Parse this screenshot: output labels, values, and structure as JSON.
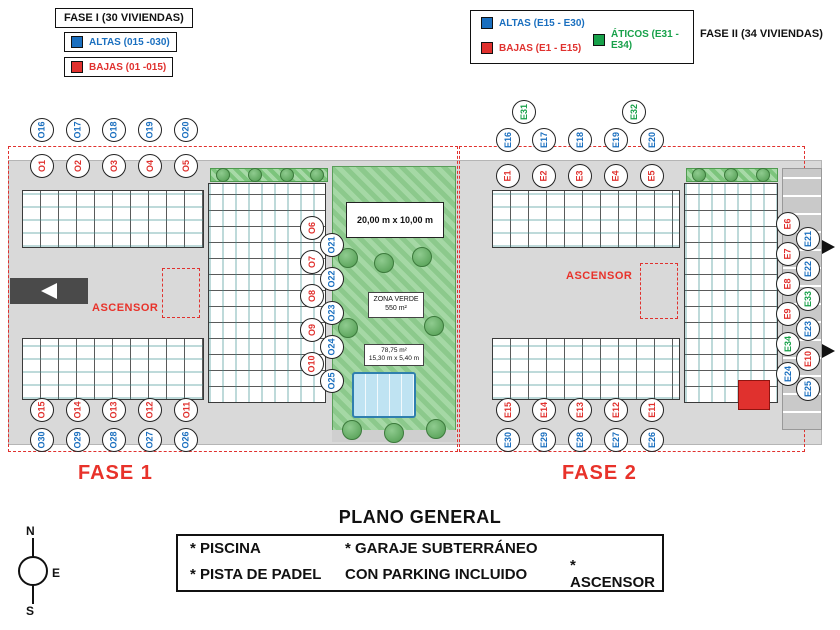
{
  "legend_fase1": {
    "title": "FASE I (30 VIVIENDAS)",
    "altas": "ALTAS (015 -030)",
    "bajas": "BAJAS (01 -015)"
  },
  "legend_fase2": {
    "altas": "ALTAS (E15 - E30)",
    "bajas": "BAJAS (E1 - E15)",
    "aticos": "ÁTICOS (E31 - E34)",
    "title": "FASE II (34 VIVIENDAS)"
  },
  "colors": {
    "altas": "#1a6fbf",
    "bajas": "#e0312e",
    "aticos": "#18a14a",
    "fase_label": "#e8322a"
  },
  "plan": {
    "fase1": {
      "label": "FASE 1",
      "ascensor": "ASCENSOR"
    },
    "fase2": {
      "label": "FASE 2",
      "ascensor": "ASCENSOR"
    }
  },
  "center": {
    "padel_dims": "20,00 m x 10,00 m",
    "zona_verde": "ZONA VERDE",
    "zona_verde_area": "550 m²",
    "pool_area": "78,75 m²",
    "pool_dims": "15,30 m x 5,40 m"
  },
  "footer": {
    "title": "PLANO GENERAL",
    "amenities": {
      "piscina": "* PISCINA",
      "garaje": "* GARAJE SUBTERRÁNEO",
      "padel": "* PISTA DE PADEL",
      "parking": "CON PARKING INCLUIDO",
      "ascensor": "* ASCENSOR"
    }
  },
  "compass": {
    "n": "N",
    "e": "E",
    "s": "S"
  },
  "circles": {
    "f1_top_outer": [
      {
        "l": "O16",
        "t": "altas"
      },
      {
        "l": "O17",
        "t": "altas"
      },
      {
        "l": "O18",
        "t": "altas"
      },
      {
        "l": "O19",
        "t": "altas"
      },
      {
        "l": "O20",
        "t": "altas"
      }
    ],
    "f1_top_inner": [
      {
        "l": "O1",
        "t": "bajas"
      },
      {
        "l": "O2",
        "t": "bajas"
      },
      {
        "l": "O3",
        "t": "bajas"
      },
      {
        "l": "O4",
        "t": "bajas"
      },
      {
        "l": "O5",
        "t": "bajas"
      }
    ],
    "f1_side": [
      {
        "l": "O6",
        "t": "bajas"
      },
      {
        "l": "O21",
        "t": "altas"
      },
      {
        "l": "O7",
        "t": "bajas"
      },
      {
        "l": "O22",
        "t": "altas"
      },
      {
        "l": "O8",
        "t": "bajas"
      },
      {
        "l": "O23",
        "t": "altas"
      },
      {
        "l": "O9",
        "t": "bajas"
      },
      {
        "l": "O24",
        "t": "altas"
      },
      {
        "l": "O10",
        "t": "bajas"
      },
      {
        "l": "O25",
        "t": "altas"
      }
    ],
    "f1_bot_inner": [
      {
        "l": "O15",
        "t": "bajas"
      },
      {
        "l": "O14",
        "t": "bajas"
      },
      {
        "l": "O13",
        "t": "bajas"
      },
      {
        "l": "O12",
        "t": "bajas"
      },
      {
        "l": "O11",
        "t": "bajas"
      }
    ],
    "f1_bot_outer": [
      {
        "l": "O30",
        "t": "altas"
      },
      {
        "l": "O29",
        "t": "altas"
      },
      {
        "l": "O28",
        "t": "altas"
      },
      {
        "l": "O27",
        "t": "altas"
      },
      {
        "l": "O26",
        "t": "altas"
      }
    ],
    "f2_top_aticos": [
      {
        "l": "E31",
        "t": "aticos"
      },
      {
        "l": "E32",
        "t": "aticos"
      }
    ],
    "f2_top_outer": [
      {
        "l": "E16",
        "t": "altas"
      },
      {
        "l": "E17",
        "t": "altas"
      },
      {
        "l": "E18",
        "t": "altas"
      },
      {
        "l": "E19",
        "t": "altas"
      },
      {
        "l": "E20",
        "t": "altas"
      }
    ],
    "f2_top_inner": [
      {
        "l": "E1",
        "t": "bajas"
      },
      {
        "l": "E2",
        "t": "bajas"
      },
      {
        "l": "E3",
        "t": "bajas"
      },
      {
        "l": "E4",
        "t": "bajas"
      },
      {
        "l": "E5",
        "t": "bajas"
      }
    ],
    "f2_side": [
      {
        "l": "E6",
        "t": "bajas"
      },
      {
        "l": "E21",
        "t": "altas"
      },
      {
        "l": "E7",
        "t": "bajas"
      },
      {
        "l": "E22",
        "t": "altas"
      },
      {
        "l": "E8",
        "t": "bajas"
      },
      {
        "l": "E33",
        "t": "aticos"
      },
      {
        "l": "E9",
        "t": "bajas"
      },
      {
        "l": "E23",
        "t": "altas"
      },
      {
        "l": "E34",
        "t": "aticos"
      },
      {
        "l": "E10",
        "t": "bajas"
      },
      {
        "l": "E24",
        "t": "altas"
      },
      {
        "l": "E25",
        "t": "altas"
      }
    ],
    "f2_bot_inner": [
      {
        "l": "E15",
        "t": "bajas"
      },
      {
        "l": "E14",
        "t": "bajas"
      },
      {
        "l": "E13",
        "t": "bajas"
      },
      {
        "l": "E12",
        "t": "bajas"
      },
      {
        "l": "E11",
        "t": "bajas"
      }
    ],
    "f2_bot_outer": [
      {
        "l": "E30",
        "t": "altas"
      },
      {
        "l": "E29",
        "t": "altas"
      },
      {
        "l": "E28",
        "t": "altas"
      },
      {
        "l": "E27",
        "t": "altas"
      },
      {
        "l": "E26",
        "t": "altas"
      }
    ]
  }
}
